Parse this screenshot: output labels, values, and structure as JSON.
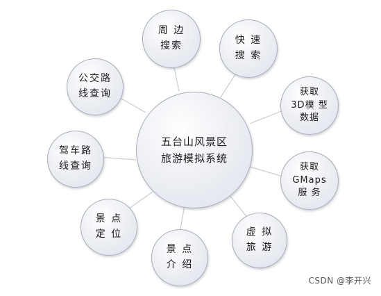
{
  "center": {
    "line1": "五台山风景区",
    "line2": "旅游模拟系统"
  },
  "nodes": [
    {
      "key": "nearby-search",
      "line1": "周 边",
      "line2": "搜索"
    },
    {
      "key": "quick-search",
      "line1": "快 速",
      "line2": "搜 索"
    },
    {
      "key": "get-3d-model",
      "line1": "获取",
      "line2": "3D模 型",
      "line3": "数据"
    },
    {
      "key": "get-gmaps",
      "line1": "获取",
      "line2": "GMaps",
      "line3": "服 务"
    },
    {
      "key": "virtual-tour",
      "line1": "虚 拟",
      "line2": "旅 游"
    },
    {
      "key": "scenic-intro",
      "line1": "景 点",
      "line2": "介 绍"
    },
    {
      "key": "scenic-locate",
      "line1": "景 点",
      "line2": "定 位"
    },
    {
      "key": "driving-route",
      "line1": "驾车路",
      "line2": "线查询"
    },
    {
      "key": "bus-route",
      "line1": "公交路",
      "line2": "线查询"
    }
  ],
  "watermark": "CSDN @李开兴"
}
